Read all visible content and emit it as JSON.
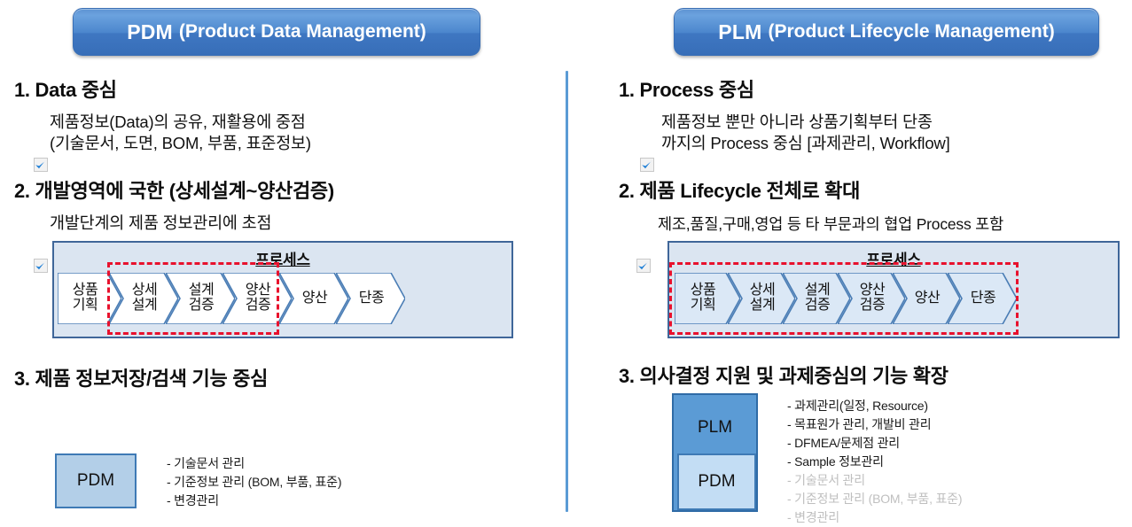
{
  "left": {
    "header": {
      "abbr": "PDM",
      "full": "(Product Data Management)"
    },
    "points": [
      {
        "heading": "1. Data 중심",
        "bullets": [
          "제품정보(Data)의 공유, 재활용에 중점\n(기술문서, 도면, BOM, 부품, 표준정보)"
        ]
      },
      {
        "heading": "2. 개발영역에 국한 (상세설계~양산검증)",
        "bullets": [
          "개발단계의 제품 정보관리에 초점"
        ]
      },
      {
        "heading": "3. 제품 정보저장/검색 기능 중심",
        "bullets": []
      }
    ],
    "process": {
      "title": "프로세스",
      "steps": [
        "상품\n기획",
        "상세\n설계",
        "설계\n검증",
        "양산\n검증",
        "양산",
        "단종"
      ],
      "highlight_from": 1,
      "highlight_to": 3,
      "step_fill": "#ffffff",
      "panel_fill": "#dbe5f1",
      "highlight_color": "#e8112d"
    },
    "stack": {
      "boxes": [
        {
          "label": "PDM",
          "fill": "#b3cfe8"
        }
      ],
      "notes": [
        {
          "text": "- 기술문서 관리",
          "dim": false
        },
        {
          "text": "- 기준정보 관리 (BOM, 부품, 표준)",
          "dim": false
        },
        {
          "text": "- 변경관리",
          "dim": false
        }
      ]
    }
  },
  "right": {
    "header": {
      "abbr": "PLM",
      "full": "(Product Lifecycle Management)"
    },
    "points": [
      {
        "heading": "1. Process 중심",
        "bullets": [
          "제품정보 뿐만 아니라 상품기획부터 단종\n까지의 Process 중심 [과제관리, Workflow]"
        ]
      },
      {
        "heading": "2. 제품 Lifecycle 전체로 확대",
        "bullets": [
          "제조,품질,구매,영업 등 타 부문과의 협업 Process 포함"
        ]
      },
      {
        "heading": "3. 의사결정 지원 및 과제중심의 기능 확장",
        "bullets": []
      }
    ],
    "process": {
      "title": "프로세스",
      "steps": [
        "상품\n기획",
        "상세\n설계",
        "설계\n검증",
        "양산\n검증",
        "양산",
        "단종"
      ],
      "highlight_from": 0,
      "highlight_to": 5,
      "step_fill": "#dbe8f6",
      "panel_fill": "#dbe5f1",
      "highlight_color": "#e8112d"
    },
    "stack": {
      "boxes": [
        {
          "label": "PLM",
          "fill": "#5b9bd5"
        },
        {
          "label": "PDM",
          "fill": "#c3ddf4"
        }
      ],
      "notes": [
        {
          "text": "- 과제관리(일정, Resource)",
          "dim": false
        },
        {
          "text": "- 목표원가 관리, 개발비 관리",
          "dim": false
        },
        {
          "text": "- DFMEA/문제점 관리",
          "dim": false
        },
        {
          "text": "- Sample 정보관리",
          "dim": false
        },
        {
          "text": "- 기술문서 관리",
          "dim": true
        },
        {
          "text": "- 기준정보 관리 (BOM, 부품, 표준)",
          "dim": true
        },
        {
          "text": "- 변경관리",
          "dim": true
        }
      ]
    }
  },
  "icons": {
    "check": "check-icon"
  },
  "colors": {
    "pill_blue": "#4b86cd",
    "divider_blue": "#5b9bd5",
    "panel_blue": "#dbe5f1",
    "chevron_border": "#4a7db5",
    "highlight_red": "#e8112d",
    "dim_gray": "#bfbfbf"
  }
}
